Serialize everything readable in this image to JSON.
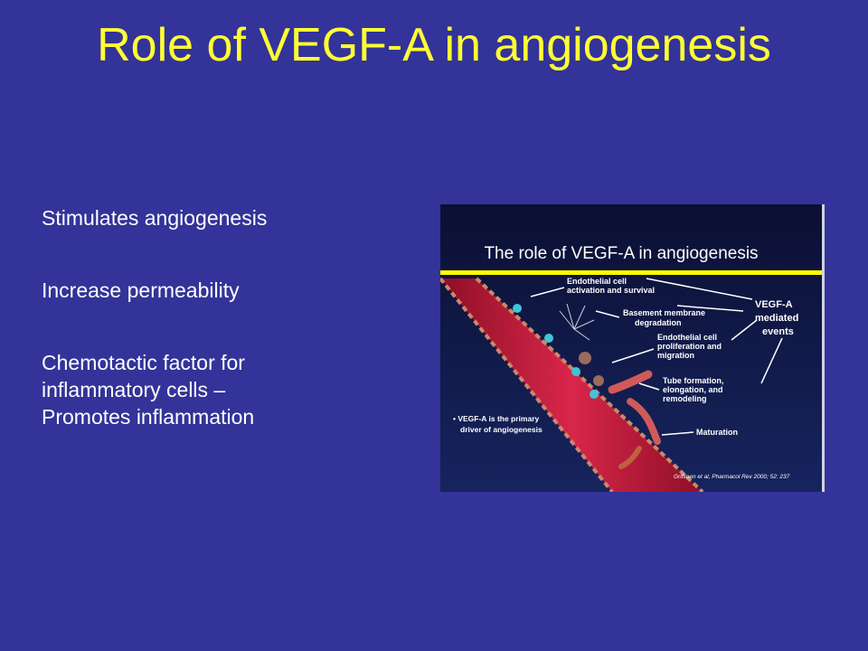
{
  "slide": {
    "title": "Role of VEGF-A in angiogenesis",
    "bullets": [
      {
        "lines": [
          "Stimulates angiogenesis"
        ]
      },
      {
        "lines": [
          "Increase permeability"
        ]
      },
      {
        "lines": [
          "Chemotactic factor for",
          "inflammatory cells –",
          "Promotes inflammation"
        ]
      }
    ]
  },
  "figure": {
    "title": "The role of VEGF-A in angiogenesis",
    "events": [
      {
        "lines": [
          "Endothelial cell",
          "activation and survival"
        ]
      },
      {
        "lines": [
          "Basement membrane",
          "degradation"
        ]
      },
      {
        "lines": [
          "Endothelial cell",
          "proliferation and",
          "migration"
        ]
      },
      {
        "lines": [
          "Tube formation,",
          "elongation, and",
          "remodeling"
        ]
      },
      {
        "lines": [
          "Maturation"
        ]
      }
    ],
    "callout": [
      "VEGF-A",
      "mediated",
      "events"
    ],
    "note": [
      "• VEGF-A is the primary",
      "driver of angiogenesis"
    ],
    "citation": "Griffioen et al, Pharmacol Rev 2000; 52: 237",
    "colors": {
      "background": "#333399",
      "title": "#ffff33",
      "figure_bg": "#0f1a4a",
      "vessel": "#c81e3c",
      "accent_line": "#ffff00"
    }
  }
}
